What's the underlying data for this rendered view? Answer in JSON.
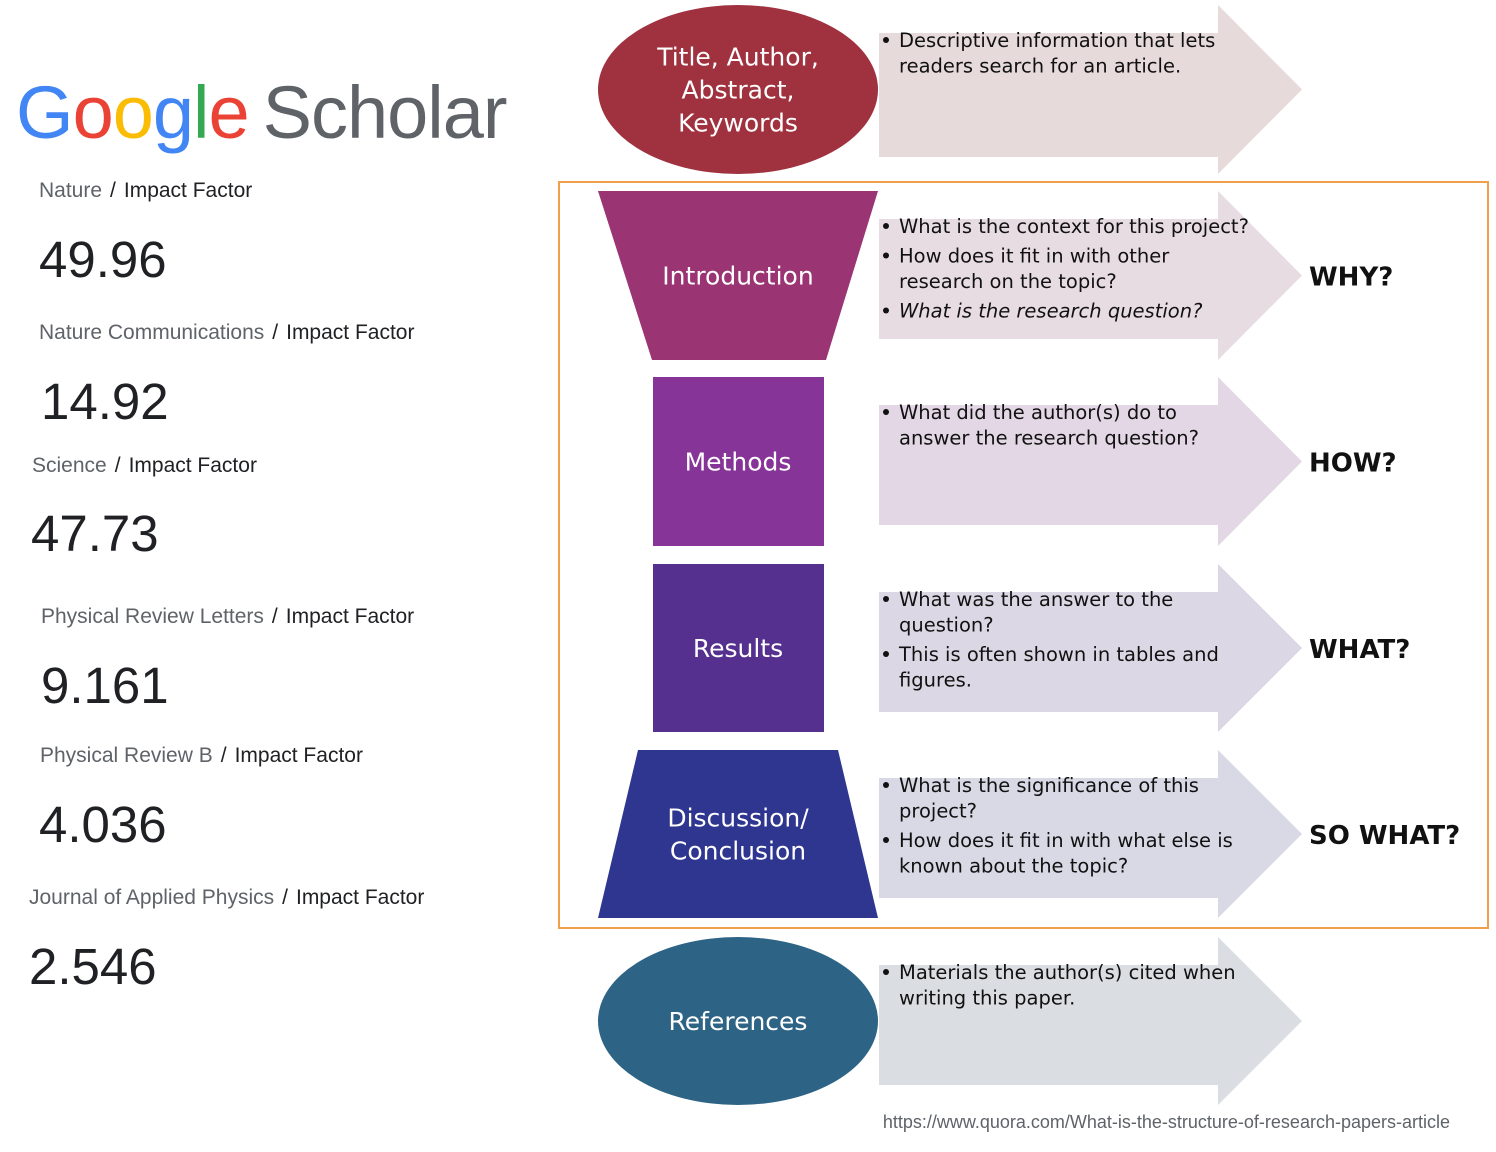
{
  "logo": {
    "google_letters": [
      {
        "char": "G",
        "color": "#4285F4"
      },
      {
        "char": "o",
        "color": "#EA4335"
      },
      {
        "char": "o",
        "color": "#FBBC05"
      },
      {
        "char": "g",
        "color": "#4285F4"
      },
      {
        "char": "l",
        "color": "#34A853"
      },
      {
        "char": "e",
        "color": "#EA4335"
      }
    ],
    "scholar": "Scholar"
  },
  "journals": [
    {
      "name": "Nature",
      "separator": "/",
      "metric": "Impact Factor",
      "value": "49.96"
    },
    {
      "name": "Nature Communications",
      "separator": "/",
      "metric": "Impact Factor",
      "value": "14.92"
    },
    {
      "name": "Science",
      "separator": "/",
      "metric": "Impact Factor",
      "value": "47.73"
    },
    {
      "name": "Physical Review Letters",
      "separator": "/",
      "metric": "Impact Factor",
      "value": "9.161"
    },
    {
      "name": "Physical Review B",
      "separator": "/",
      "metric": "Impact Factor",
      "value": "4.036"
    },
    {
      "name": "Journal of Applied Physics",
      "separator": "/",
      "metric": "Impact Factor",
      "value": "2.546"
    }
  ],
  "sections": [
    {
      "id": "title",
      "shape": "ellipse",
      "label_lines": [
        "Title, Author,",
        "Abstract,",
        "Keywords"
      ],
      "fill": "#A0313E",
      "arrow_fill": "#E6DADA",
      "bullets": [
        {
          "lines": [
            "Descriptive information that lets",
            "readers search for an article."
          ],
          "italic": false
        }
      ],
      "question": ""
    },
    {
      "id": "introduction",
      "shape": "funnel-down",
      "label_lines": [
        "Introduction"
      ],
      "fill": "#9B3473",
      "arrow_fill": "#E8DCE3",
      "bullets": [
        {
          "lines": [
            "What is the context for this project?"
          ],
          "italic": false
        },
        {
          "lines": [
            "How does it fit in with other",
            "research on the topic?"
          ],
          "italic": false
        },
        {
          "lines": [
            "What is the research question?"
          ],
          "italic": true
        }
      ],
      "question": "WHY?"
    },
    {
      "id": "methods",
      "shape": "rect",
      "label_lines": [
        "Methods"
      ],
      "fill": "#863497",
      "arrow_fill": "#E3D7E5",
      "bullets": [
        {
          "lines": [
            "What did the author(s) do to",
            "answer the research question?"
          ],
          "italic": false
        }
      ],
      "question": "HOW?"
    },
    {
      "id": "results",
      "shape": "rect",
      "label_lines": [
        "Results"
      ],
      "fill": "#55308F",
      "arrow_fill": "#DCD7E4",
      "bullets": [
        {
          "lines": [
            "What was the answer to the",
            "question?"
          ],
          "italic": false
        },
        {
          "lines": [
            "This is often shown in tables and",
            "figures."
          ],
          "italic": false
        }
      ],
      "question": "WHAT?"
    },
    {
      "id": "discussion",
      "shape": "funnel-up",
      "label_lines": [
        "Discussion/",
        "Conclusion"
      ],
      "fill": "#2E3690",
      "arrow_fill": "#D9D9E6",
      "bullets": [
        {
          "lines": [
            "What is the significance of this",
            "project?"
          ],
          "italic": false
        },
        {
          "lines": [
            "How does it fit in with what else is",
            "known about the topic?"
          ],
          "italic": false
        }
      ],
      "question": "SO WHAT?"
    },
    {
      "id": "references",
      "shape": "ellipse",
      "label_lines": [
        "References"
      ],
      "fill": "#2D6385",
      "arrow_fill": "#DADEE2",
      "bullets": [
        {
          "lines": [
            "Materials the author(s) cited when",
            "writing this paper."
          ],
          "italic": false
        }
      ],
      "question": ""
    }
  ],
  "highlight_box_color": "#F0A04B",
  "source_url": "https://www.quora.com/What-is-the-structure-of-research-papers-article"
}
